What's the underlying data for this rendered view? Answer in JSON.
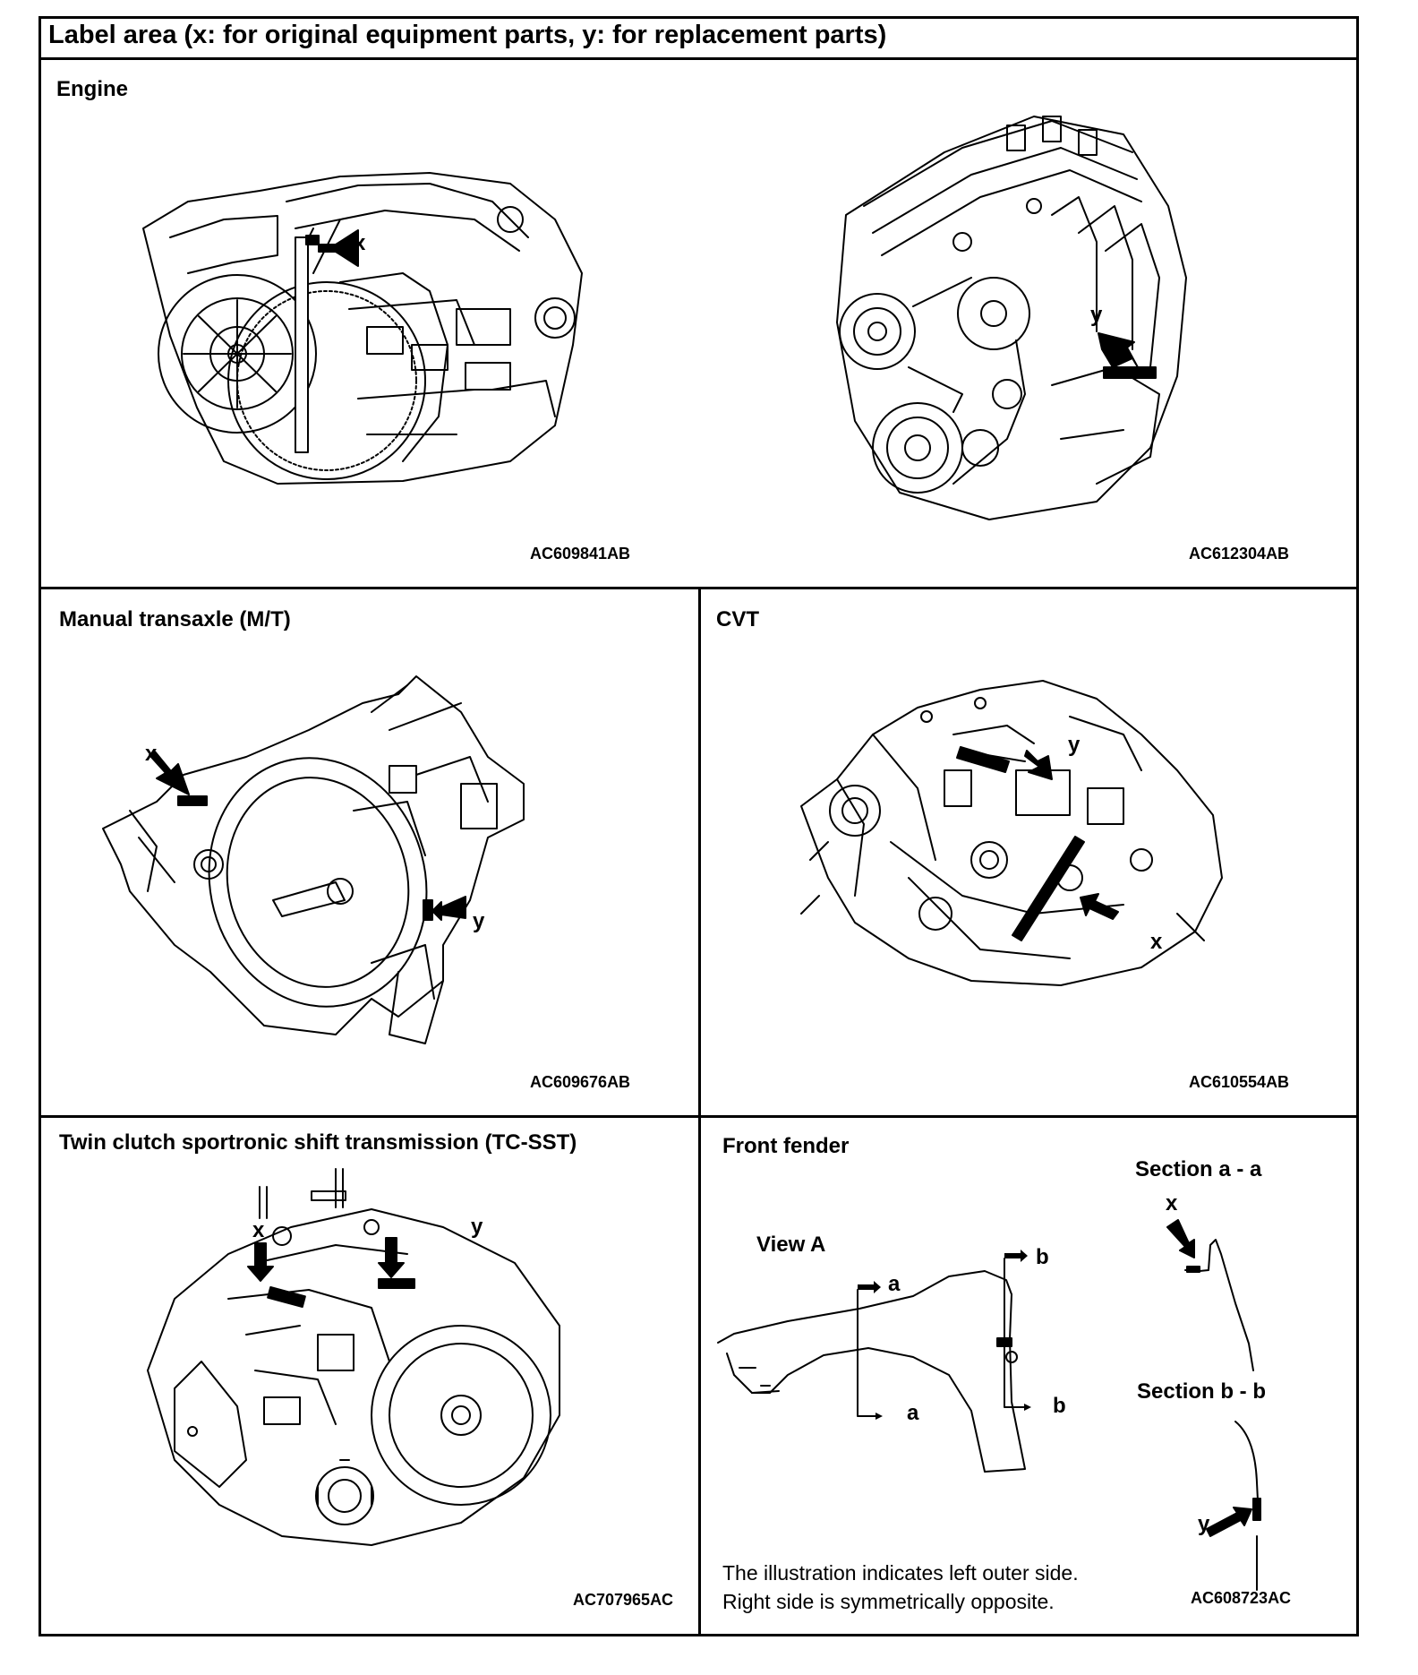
{
  "header": {
    "title": "Label area (x: for original equipment parts, y: for replacement parts)"
  },
  "engine": {
    "title": "Engine",
    "left": {
      "code": "AC609841AB",
      "marker": "x"
    },
    "right": {
      "code": "AC612304AB",
      "marker": "y"
    }
  },
  "manual_transaxle": {
    "title": "Manual transaxle (M/T)",
    "code": "AC609676AB",
    "marker_x": "x",
    "marker_y": "y"
  },
  "cvt": {
    "title": "CVT",
    "code": "AC610554AB",
    "marker_x": "x",
    "marker_y": "y"
  },
  "tc_sst": {
    "title": "Twin clutch sportronic shift transmission (TC-SST)",
    "code": "AC707965AC",
    "marker_x": "x",
    "marker_y": "y"
  },
  "front_fender": {
    "title": "Front fender",
    "view_label": "View A",
    "section_a_label": "Section a - a",
    "section_b_label": "Section b - b",
    "cut_a_top": "a",
    "cut_a_bottom": "a",
    "cut_b_top": "b",
    "cut_b_bottom": "b",
    "marker_x": "x",
    "marker_y": "y",
    "note_line1": "The illustration indicates left outer side.",
    "note_line2": "Right side is symmetrically opposite.",
    "code": "AC608723AC"
  }
}
